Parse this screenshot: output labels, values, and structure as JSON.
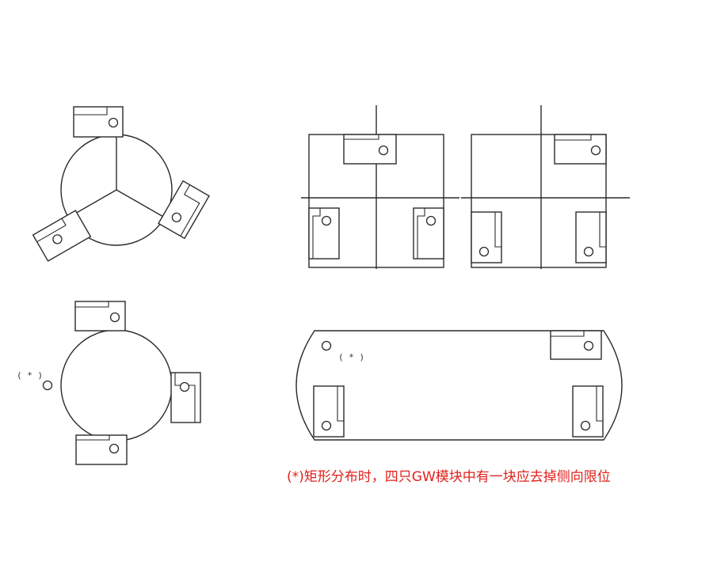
{
  "marker": "(*)",
  "marker_spaced": "( * )",
  "footnote": "(*)矩形分布时，四只GW模块中有一块应去掉侧向限位",
  "colors": {
    "line": "#2a2a2a",
    "footnote": "#e0201c"
  },
  "figures": [
    {
      "id": "round-tank-three-modules"
    },
    {
      "id": "square-tank-three-modules-left"
    },
    {
      "id": "square-tank-three-modules-right"
    },
    {
      "id": "round-tank-three-modules-with-marker"
    },
    {
      "id": "oblong-tank-four-modules"
    }
  ]
}
